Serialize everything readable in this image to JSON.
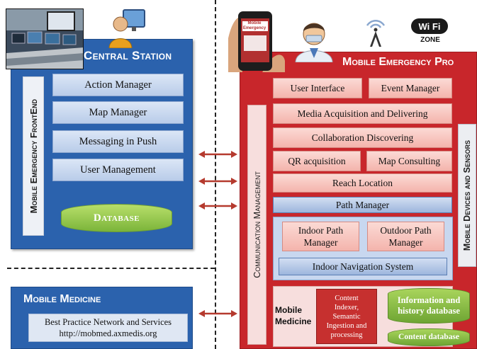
{
  "central_station": {
    "title": "Central Station",
    "frontend_label": "Mobile Emergency FrontEnd",
    "modules": [
      "Action Manager",
      "Map Manager",
      "Messaging in Push",
      "User Management"
    ],
    "database_label": "Database"
  },
  "mobile_medicine_left": {
    "title": "Mobile Medicine",
    "description_line1": "Best Practice Network and Services",
    "description_line2": "http://mobmed.axmedis.org"
  },
  "mobile_emergency": {
    "title": "Mobile Emergency Pro",
    "communication_label": "Communication Management",
    "devices_label": "Mobile Devices and Sensors",
    "user_interface": "User Interface",
    "event_manager": "Event Manager",
    "media_acquisition": "Media Acquisition and Delivering",
    "collaboration": "Collaboration Discovering",
    "qr_acquisition": "QR acquisition",
    "map_consulting": "Map Consulting",
    "reach_location": "Reach Location",
    "path_manager": "Path Manager",
    "indoor_path_line1": "Indoor Path",
    "indoor_path_line2": "Manager",
    "outdoor_path_line1": "Outdoor Path",
    "outdoor_path_line2": "Manager",
    "indoor_navigation": "Indoor Navigation System",
    "mobile_medicine_line1": "Mobile",
    "mobile_medicine_line2": "Medicine",
    "content_indexer_lines": [
      "Content",
      "Indexer,",
      "Semantic",
      "Ingestion and",
      "processing"
    ],
    "info_db_line1": "Information and",
    "info_db_line2": "history database",
    "content_db": "Content database"
  },
  "wifi": {
    "brand": "Wi Fi",
    "zone": "ZONE"
  },
  "phone_screen": {
    "line1": "Mobile",
    "line2": "Emergency"
  },
  "colors": {
    "blue_panel": "#2b62ad",
    "red_panel": "#c8262b",
    "green_db": "#8cc043",
    "arrow": "#b53a2e"
  }
}
